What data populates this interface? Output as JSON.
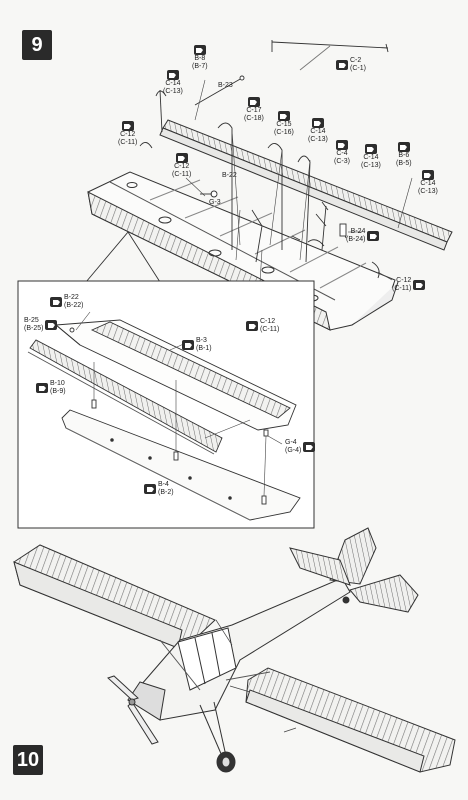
{
  "steps": {
    "step_a": "9",
    "step_b": "10"
  },
  "icons": {
    "glue": "cement-icon"
  },
  "colors": {
    "ink": "#222222",
    "badge": "#2a2a2a",
    "paper": "#f7f7f5",
    "panel": "#ffffff"
  },
  "callouts": {
    "c2": {
      "part": "C-2",
      "alt": "(C-1)"
    },
    "b8": {
      "part": "B-8",
      "alt": "(B-7)"
    },
    "b23": {
      "part": "B-23"
    },
    "c14a": {
      "part": "C-14",
      "alt": "(C-13)"
    },
    "c17": {
      "part": "C-17",
      "alt": "(C-18)"
    },
    "c15": {
      "part": "C-15",
      "alt": "(C-16)"
    },
    "c14b": {
      "part": "C-14",
      "alt": "(C-13)"
    },
    "c12a": {
      "part": "C-12",
      "alt": "(C-11)"
    },
    "c4": {
      "part": "C-4",
      "alt": "(C-3)"
    },
    "c14c": {
      "part": "C-14",
      "alt": "(C-13)"
    },
    "b6": {
      "part": "B-6",
      "alt": "(B-5)"
    },
    "c12b": {
      "part": "C-12",
      "alt": "(C-11)"
    },
    "b22a": {
      "part": "B-22"
    },
    "c14d": {
      "part": "C-14",
      "alt": "(C-13)"
    },
    "g3": {
      "part": "G-3"
    },
    "b24": {
      "part": "B-24",
      "alt": "(B-24)"
    },
    "c12c": {
      "part": "C-12",
      "alt": "(C-11)"
    },
    "c12d": {
      "part": "C-12",
      "alt": "(C-11)"
    },
    "b22b": {
      "part": "B-22",
      "alt": "(B-22)"
    },
    "b25": {
      "part": "B-25",
      "alt": "(B-25)"
    },
    "b3": {
      "part": "B-3",
      "alt": "(B-1)"
    },
    "b10": {
      "part": "B-10",
      "alt": "(B-9)"
    },
    "g4": {
      "part": "G-4",
      "alt": "(G-4)"
    },
    "b4": {
      "part": "B-4",
      "alt": "(B-2)"
    }
  }
}
